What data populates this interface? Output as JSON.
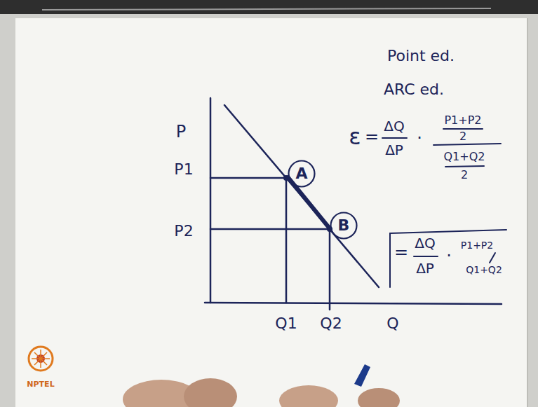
{
  "diagram": {
    "nodes": [
      {
        "text": [
          "A"
        ]
      },
      {
        "text": [
          "B"
        ]
      }
    ],
    "edges": [
      {
        "from": 0,
        "to": 1,
        "arrow": "none"
      }
    ],
    "labels": [
      "P",
      "P1",
      "P2",
      "Q1",
      "Q2",
      "Q",
      "Point ed.",
      "ARC ed.",
      "ε",
      "=",
      "ΔQ",
      "ΔP",
      "·",
      "P1+P2",
      "2",
      "Q1+Q2",
      "2",
      "=",
      "ΔQ",
      "ΔP",
      "·",
      "P1+P2",
      "Q1+Q2",
      "NPTEL"
    ]
  }
}
